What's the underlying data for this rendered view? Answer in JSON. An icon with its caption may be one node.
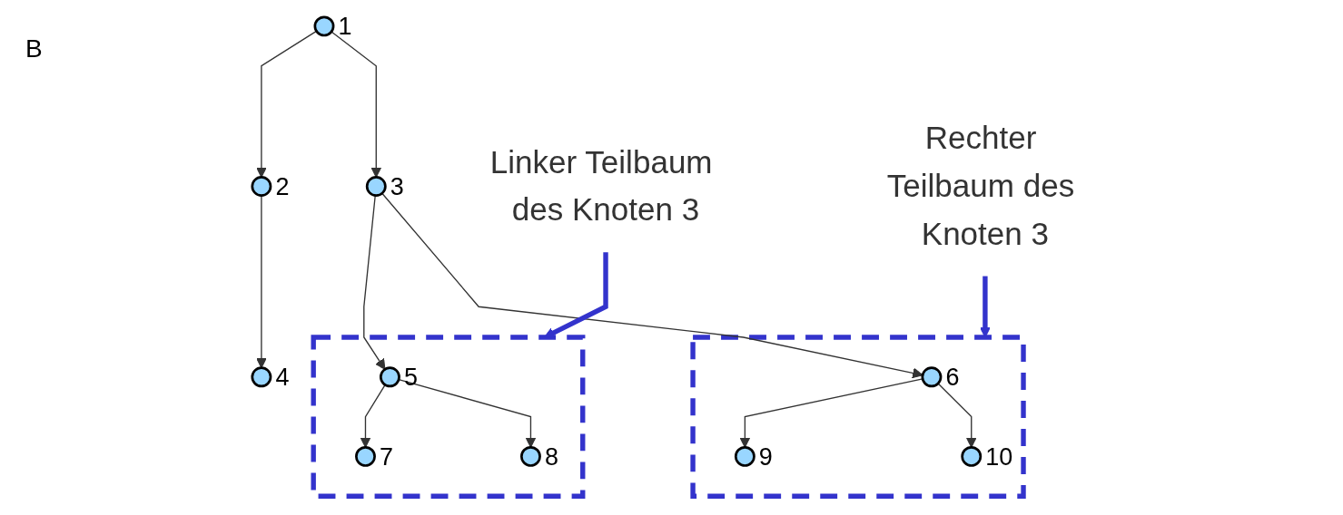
{
  "diagram": {
    "nodes": [
      {
        "text": [],
        "shape": "circle",
        "beside": [
          "1"
        ]
      },
      {
        "text": [],
        "shape": "circle",
        "beside": [
          "2"
        ]
      },
      {
        "text": [],
        "shape": "circle",
        "beside": [
          "3"
        ]
      },
      {
        "text": [],
        "shape": "circle",
        "beside": [
          "4"
        ]
      },
      {
        "text": [],
        "shape": "box"
      },
      {
        "text": [],
        "shape": "circle",
        "beside": [
          "5"
        ],
        "in": 4
      },
      {
        "text": [],
        "shape": "circle",
        "beside": [
          "7"
        ],
        "in": 4
      },
      {
        "text": [],
        "shape": "circle",
        "beside": [
          "8"
        ],
        "in": 4
      },
      {
        "text": [],
        "shape": "box"
      },
      {
        "text": [],
        "shape": "circle",
        "beside": [
          "6"
        ],
        "in": 8
      },
      {
        "text": [],
        "shape": "circle",
        "beside": [
          "9"
        ],
        "in": 8
      },
      {
        "text": [],
        "shape": "circle",
        "beside": [
          "10"
        ],
        "in": 8
      },
      {
        "text": [
          "Linker Teilbaum des Knoten 3"
        ]
      },
      {
        "text": [
          "Rechter Teilbaum des Knoten 3"
        ]
      }
    ],
    "edges": [
      {
        "from": 0,
        "to": 1,
        "arrow": "to"
      },
      {
        "from": 0,
        "to": 2,
        "arrow": "to"
      },
      {
        "from": 1,
        "to": 3,
        "arrow": "to"
      },
      {
        "from": 2,
        "to": 5,
        "arrow": "to"
      },
      {
        "from": 2,
        "to": 9,
        "arrow": "to"
      },
      {
        "from": 5,
        "to": 6,
        "arrow": "to"
      },
      {
        "from": 5,
        "to": 7,
        "arrow": "to"
      },
      {
        "from": 9,
        "to": 10,
        "arrow": "to"
      },
      {
        "from": 9,
        "to": 11,
        "arrow": "to"
      },
      {
        "from": 12,
        "to": 4,
        "arrow": "to",
        "style": "thick",
        "color": "#3333cc"
      },
      {
        "from": 13,
        "to": 8,
        "arrow": "to",
        "style": "thick",
        "color": "#3333cc"
      }
    ],
    "labels": [
      "B"
    ]
  }
}
